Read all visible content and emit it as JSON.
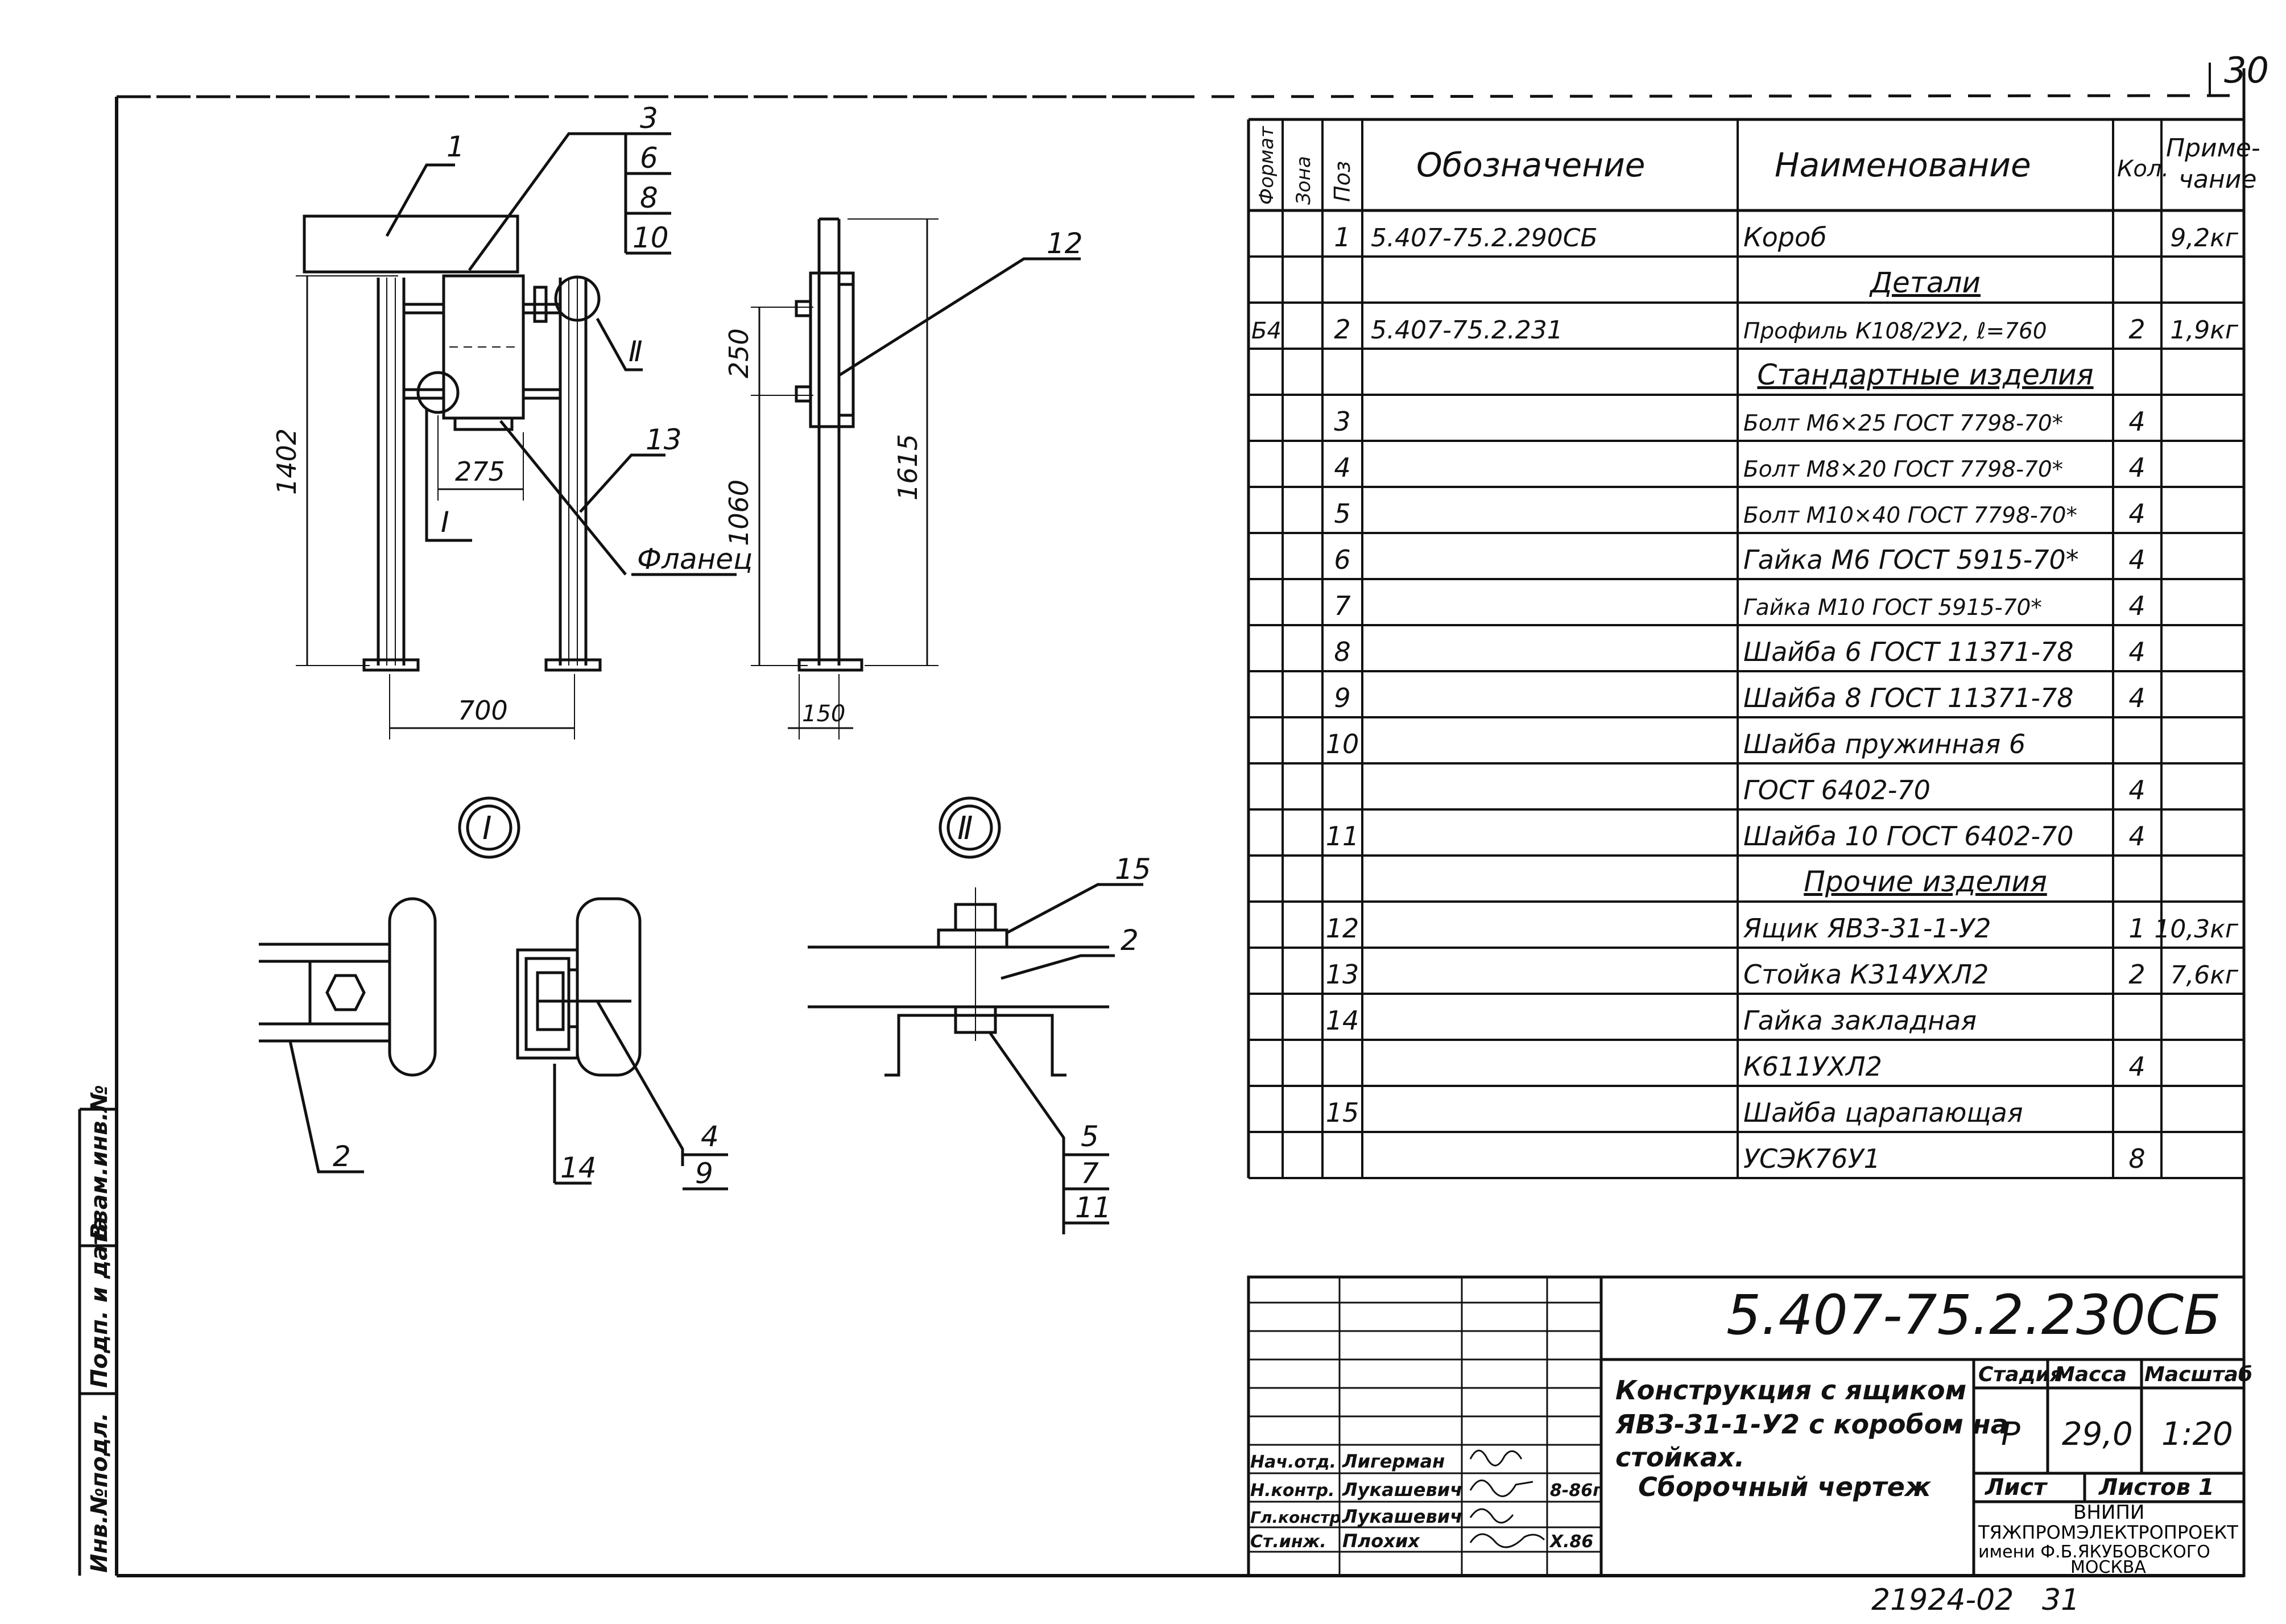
{
  "page_number": "30",
  "bottom_left_code": "21924-02",
  "bottom_right_number": "31",
  "left_margin": [
    "Инв.№подл.",
    "Подп. и дата",
    "Взам.инв.№"
  ],
  "table": {
    "headers": [
      "Формат",
      "Зона",
      "Поз",
      "Обозначение",
      "Наименование",
      "Кол.",
      "Приме-\nчание"
    ],
    "rows": [
      {
        "format": "",
        "zone": "",
        "pos": "1",
        "designation": "5.407-75.2.290СБ",
        "name": "Короб",
        "qty": "",
        "note": "9,2кг"
      },
      {
        "format": "",
        "zone": "",
        "pos": "",
        "designation": "",
        "name": "Детали",
        "qty": "",
        "note": ""
      },
      {
        "format": "Б4",
        "zone": "",
        "pos": "2",
        "designation": "5.407-75.2.231",
        "name": "Профиль К108/2У2, ℓ=760",
        "qty": "2",
        "note": "1,9кг"
      },
      {
        "format": "",
        "zone": "",
        "pos": "",
        "designation": "",
        "name": "Стандартные изделия",
        "qty": "",
        "note": ""
      },
      {
        "format": "",
        "zone": "",
        "pos": "3",
        "designation": "",
        "name": "Болт М6×25 ГОСТ 7798-70*",
        "qty": "4",
        "note": ""
      },
      {
        "format": "",
        "zone": "",
        "pos": "4",
        "designation": "",
        "name": "Болт М8×20 ГОСТ 7798-70*",
        "qty": "4",
        "note": ""
      },
      {
        "format": "",
        "zone": "",
        "pos": "5",
        "designation": "",
        "name": "Болт М10×40 ГОСТ 7798-70*",
        "qty": "4",
        "note": ""
      },
      {
        "format": "",
        "zone": "",
        "pos": "6",
        "designation": "",
        "name": "Гайка М6 ГОСТ 5915-70*",
        "qty": "4",
        "note": ""
      },
      {
        "format": "",
        "zone": "",
        "pos": "7",
        "designation": "",
        "name": "Гайка М10 ГОСТ 5915-70*",
        "qty": "4",
        "note": ""
      },
      {
        "format": "",
        "zone": "",
        "pos": "8",
        "designation": "",
        "name": "Шайба 6 ГОСТ 11371-78",
        "qty": "4",
        "note": ""
      },
      {
        "format": "",
        "zone": "",
        "pos": "9",
        "designation": "",
        "name": "Шайба 8 ГОСТ 11371-78",
        "qty": "4",
        "note": ""
      },
      {
        "format": "",
        "zone": "",
        "pos": "10",
        "designation": "",
        "name": "Шайба пружинная 6",
        "qty": "",
        "note": ""
      },
      {
        "format": "",
        "zone": "",
        "pos": "",
        "designation": "",
        "name": "ГОСТ 6402-70",
        "qty": "4",
        "note": ""
      },
      {
        "format": "",
        "zone": "",
        "pos": "11",
        "designation": "",
        "name": "Шайба 10 ГОСТ 6402-70",
        "qty": "4",
        "note": ""
      },
      {
        "format": "",
        "zone": "",
        "pos": "",
        "designation": "",
        "name": "Прочие изделия",
        "qty": "",
        "note": ""
      },
      {
        "format": "",
        "zone": "",
        "pos": "12",
        "designation": "",
        "name": "Ящик ЯВЗ-31-1-У2",
        "qty": "1",
        "note": "10,3кг"
      },
      {
        "format": "",
        "zone": "",
        "pos": "13",
        "designation": "",
        "name": "Стойка К314УХЛ2",
        "qty": "2",
        "note": "7,6кг"
      },
      {
        "format": "",
        "zone": "",
        "pos": "14",
        "designation": "",
        "name": "Гайка закладная",
        "qty": "",
        "note": ""
      },
      {
        "format": "",
        "zone": "",
        "pos": "",
        "designation": "",
        "name": "К611УХЛ2",
        "qty": "4",
        "note": ""
      },
      {
        "format": "",
        "zone": "",
        "pos": "15",
        "designation": "",
        "name": "Шайба царапающая",
        "qty": "",
        "note": ""
      },
      {
        "format": "",
        "zone": "",
        "pos": "",
        "designation": "",
        "name": "УСЭК76У1",
        "qty": "8",
        "note": ""
      }
    ]
  },
  "drawing": {
    "front_labels": [
      "1",
      "3",
      "6",
      "8",
      "10",
      "13",
      "Ⅰ",
      "Ⅱ",
      "Фланец"
    ],
    "front_dims": [
      "1402",
      "275",
      "700"
    ],
    "side_labels": [
      "12"
    ],
    "side_dims": [
      "250",
      "1060",
      "1615",
      "150"
    ],
    "detail_I_title": "Ⅰ",
    "detail_I_labels": [
      "2",
      "14",
      "4",
      "9"
    ],
    "detail_II_title": "Ⅱ",
    "detail_II_labels": [
      "15",
      "2",
      "5",
      "7",
      "11"
    ]
  },
  "title_block": {
    "doc_number": "5.407-75.2.230СБ",
    "description": [
      "Конструкция с ящиком",
      "ЯВЗ-31-1-У2 с коробом на",
      "стойках.",
      "Сборочный чертеж"
    ],
    "stage_label": "Стадия",
    "mass_label": "Масса",
    "scale_label": "Масштаб",
    "stage": "Р",
    "mass": "29,0",
    "scale": "1:20",
    "sheet_label": "Лист",
    "sheets_label": "Листов 1",
    "org": [
      "ВНИПИ",
      "ТЯЖПРОМЭЛЕКТРОПРОЕКТ",
      "имени Ф.Б.ЯКУБОВСКОГО",
      "МОСКВА"
    ],
    "signatures": [
      {
        "role": "Нач.отд.",
        "name": "Лигерман",
        "date": ""
      },
      {
        "role": "Н.контр.",
        "name": "Лукашевич",
        "date": "8-86г"
      },
      {
        "role": "Гл.констр.",
        "name": "Лукашевич",
        "date": ""
      },
      {
        "role": "Ст.инж.",
        "name": "Плохих",
        "date": "Х.86"
      }
    ]
  }
}
